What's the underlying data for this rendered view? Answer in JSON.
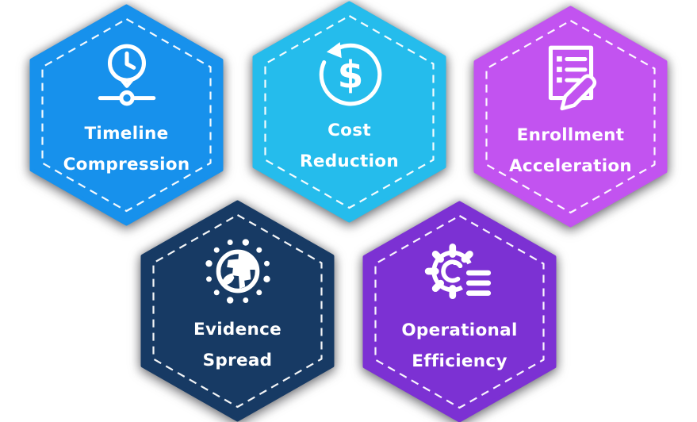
{
  "infographic": {
    "background_color": "#ffffff",
    "dash_border_color": "#ffffff",
    "text_color": "#ffffff"
  },
  "hexagons": [
    {
      "id": "timeline-compression",
      "label_lines": [
        "Timeline",
        "Compression"
      ],
      "icon": "clock-pin-timeline-icon",
      "color": "#1791EC"
    },
    {
      "id": "cost-reduction",
      "label_lines": [
        "Cost",
        "Reduction"
      ],
      "icon": "dollar-refresh-icon",
      "icon_glyph": "$",
      "color": "#25BCEC"
    },
    {
      "id": "enrollment-acceleration",
      "label_lines": [
        "Enrollment",
        "Acceleration"
      ],
      "icon": "form-pencil-icon",
      "color": "#C253F0"
    },
    {
      "id": "evidence-spread",
      "label_lines": [
        "Evidence",
        "Spread"
      ],
      "icon": "globe-network-icon",
      "color": "#173A64"
    },
    {
      "id": "operational-efficiency",
      "label_lines": [
        "Operational",
        "Efficiency"
      ],
      "icon": "gear-lines-icon",
      "color": "#7C31D3"
    }
  ]
}
